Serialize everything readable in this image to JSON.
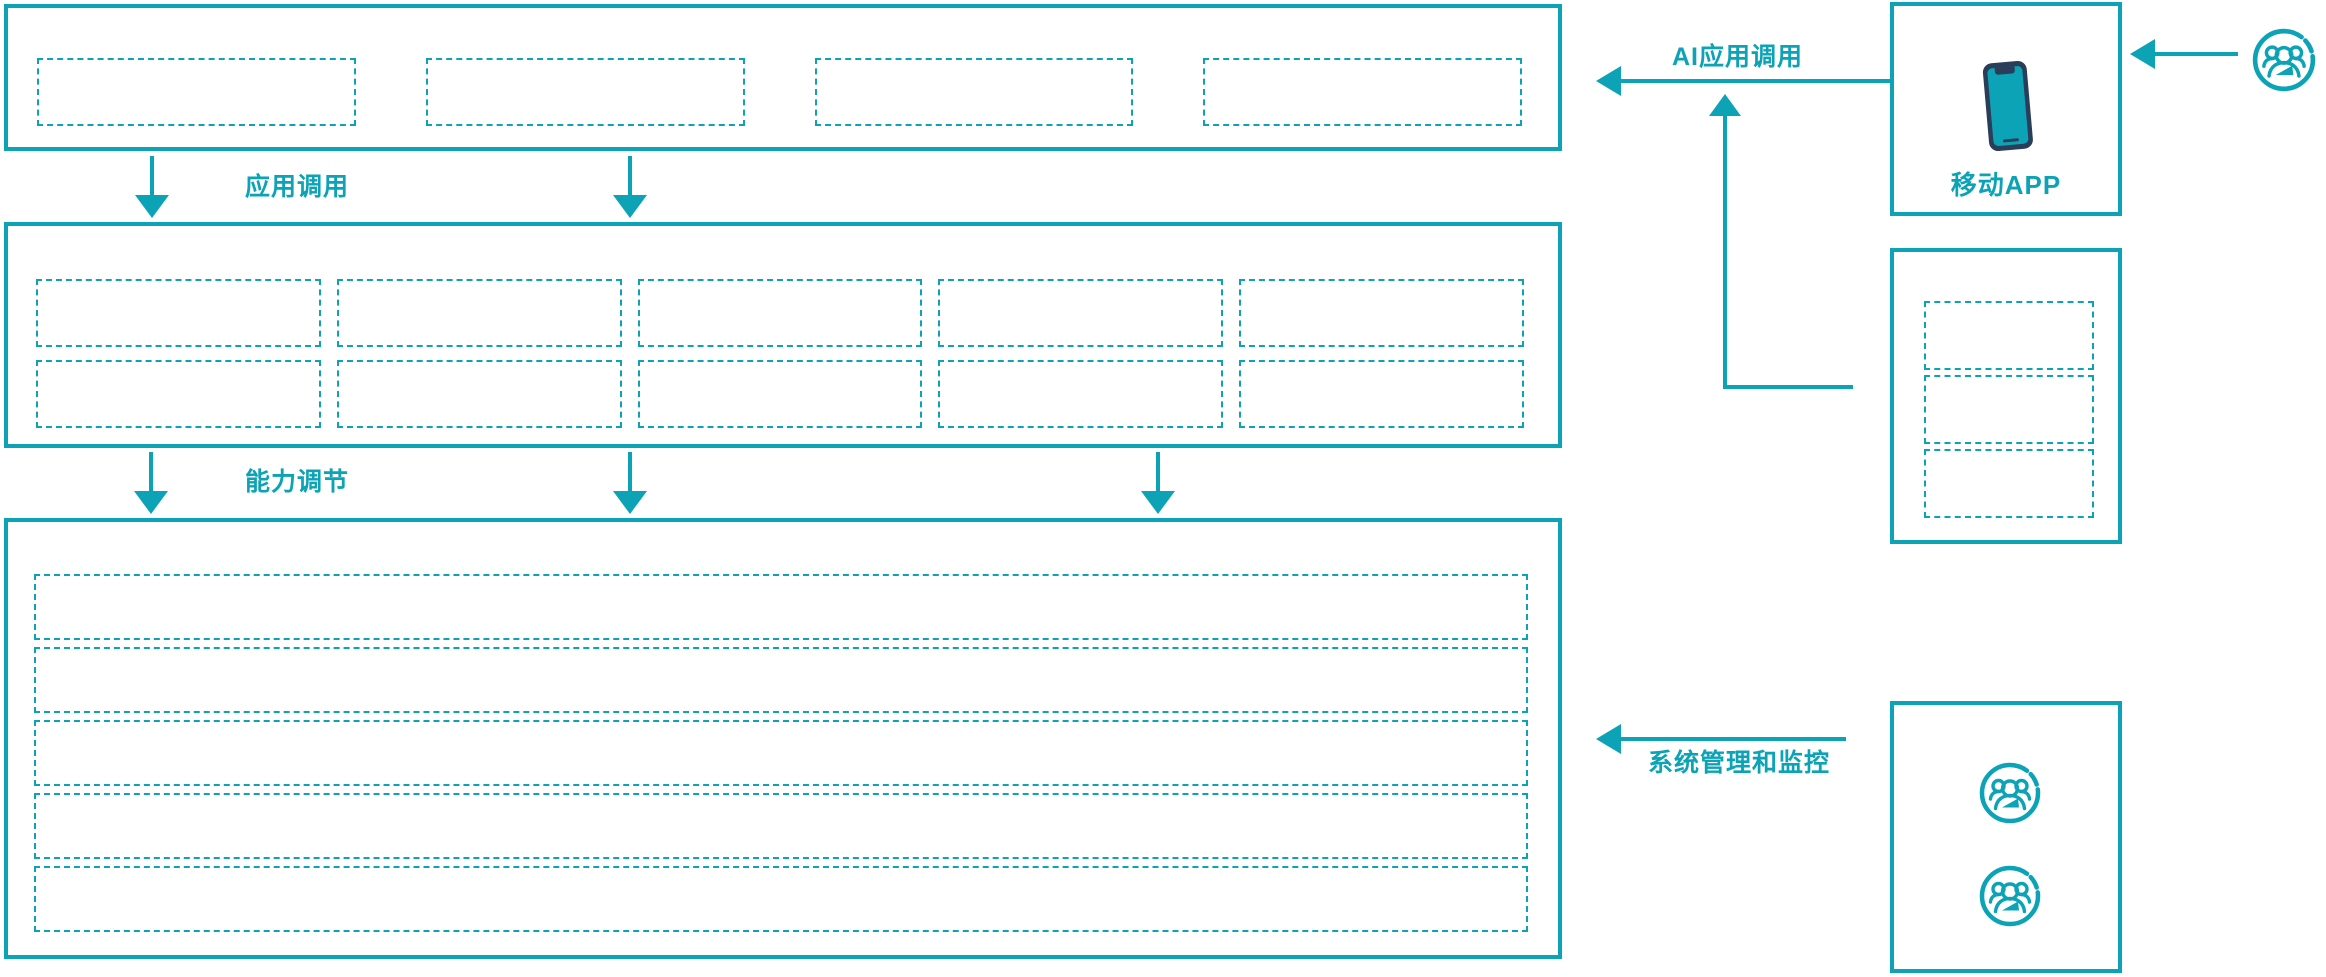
{
  "colors": {
    "accent_teal": "#0ba3b5",
    "phone_navy": "#2a3d59",
    "background": "#ffffff"
  },
  "flow_labels": {
    "app_call": "应用调用",
    "capability_adjust": "能力调节",
    "ai_app_call": "AI应用调用",
    "system_management": "系统管理和监控"
  },
  "layers": {
    "application_layer": {
      "slot_count": 4
    },
    "capability_layer": {
      "slot_count": 10,
      "rows": 2,
      "cols": 5
    },
    "resource_layer": {
      "slot_count": 5
    }
  },
  "right_column": {
    "mobile_app_panel": {
      "label": "移动APP",
      "icon": "smartphone-icon"
    },
    "middle_panel": {
      "slot_count": 3
    },
    "admin_panel": {
      "icon": "team-icon",
      "icon_count": 2
    }
  },
  "actors": {
    "end_user_icon": "team-icon"
  }
}
